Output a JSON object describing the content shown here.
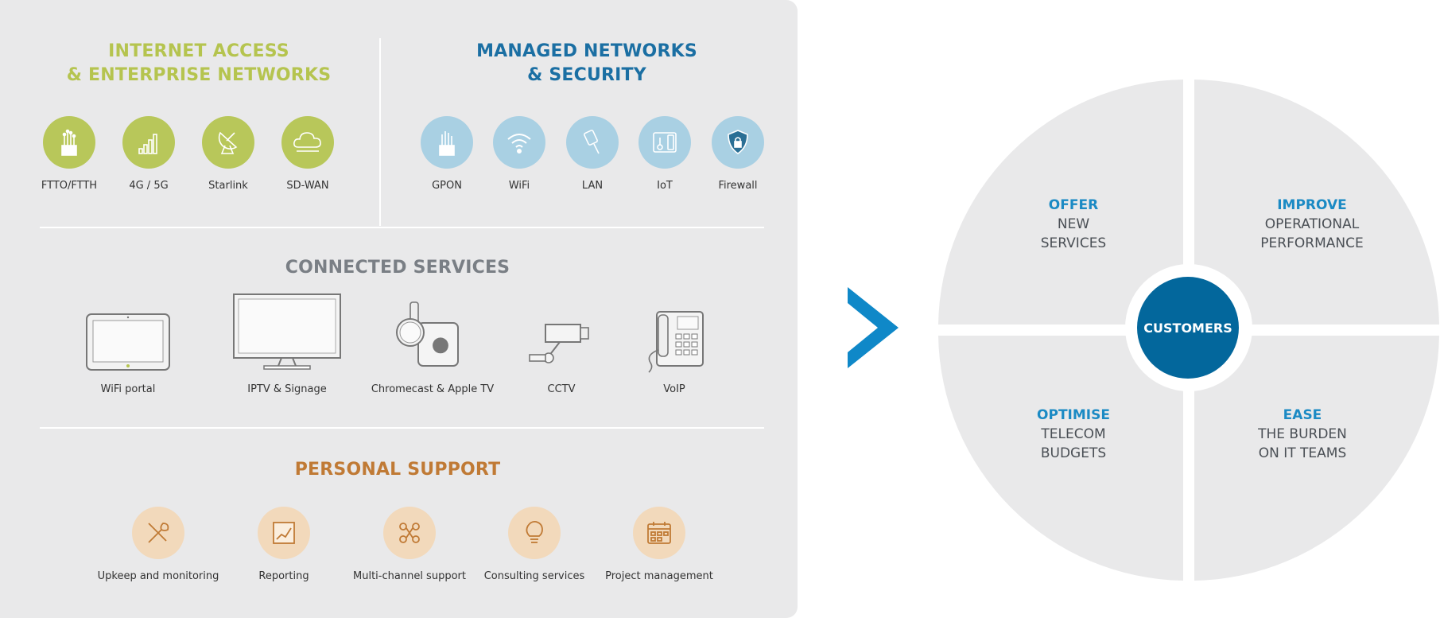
{
  "sections": {
    "internet": {
      "title_line1": "INTERNET ACCESS",
      "title_line2": "& ENTERPRISE NETWORKS",
      "items": [
        "FTTO/FTTH",
        "4G / 5G",
        "Starlink",
        "SD-WAN"
      ]
    },
    "managed": {
      "title_line1": "MANAGED NETWORKS",
      "title_line2": "& SECURITY",
      "items": [
        "GPON",
        "WiFi",
        "LAN",
        "IoT",
        "Firewall"
      ]
    },
    "connected": {
      "title": "CONNECTED SERVICES",
      "items": [
        "WiFi portal",
        "IPTV & Signage",
        "Chromecast & Apple TV",
        "CCTV",
        "VoIP"
      ]
    },
    "support": {
      "title": "PERSONAL SUPPORT",
      "items": [
        "Upkeep and monitoring",
        "Reporting",
        "Multi-channel support",
        "Consulting services",
        "Project management"
      ]
    }
  },
  "wheel": {
    "center": "CUSTOMERS",
    "quadrants": [
      {
        "highlight": "OFFER",
        "line1": "NEW",
        "line2": "SERVICES"
      },
      {
        "highlight": "IMPROVE",
        "line1": "OPERATIONAL",
        "line2": "PERFORMANCE"
      },
      {
        "highlight": "OPTIMISE",
        "line1": "TELECOM",
        "line2": "BUDGETS"
      },
      {
        "highlight": "EASE",
        "line1": "THE BURDEN",
        "line2": "ON IT TEAMS"
      }
    ]
  },
  "colors": {
    "panel": "#e9e9ea",
    "green": "#b5c44f",
    "blue": "#1b6fa3",
    "orange": "#c07a35",
    "center": "#03679c",
    "arrow": "#0f88c8"
  }
}
